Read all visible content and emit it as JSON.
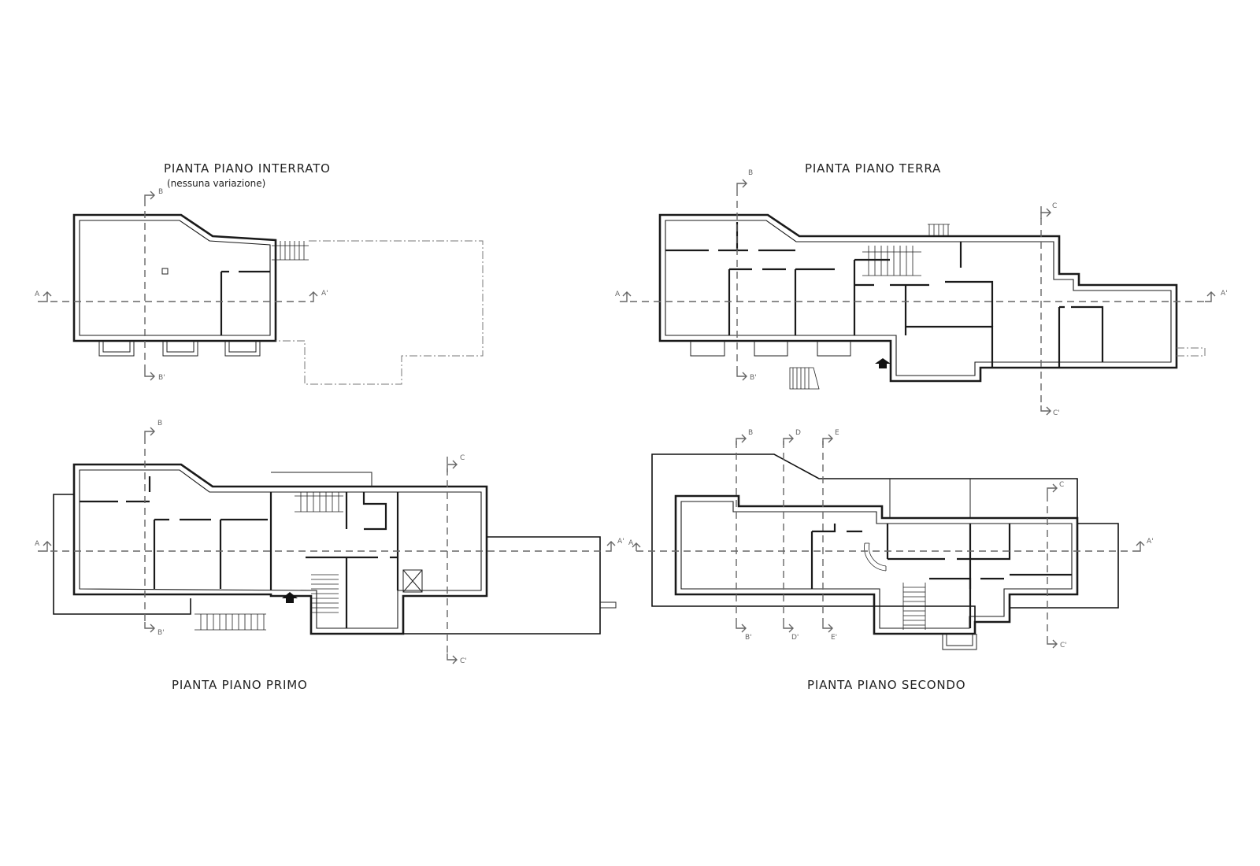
{
  "plans": {
    "basement": {
      "title": "PIANTA PIANO INTERRATO",
      "subtitle": "(nessuna variazione)",
      "section_labels": [
        "A",
        "A'",
        "B",
        "B'"
      ]
    },
    "ground": {
      "title": "PIANTA PIANO TERRA",
      "section_labels": [
        "A",
        "A'",
        "B",
        "B'",
        "C",
        "C'"
      ]
    },
    "first": {
      "title": "PIANTA PIANO PRIMO",
      "section_labels": [
        "A",
        "A'",
        "B",
        "B'",
        "C",
        "C'"
      ]
    },
    "second": {
      "title": "PIANTA PIANO SECONDO",
      "section_labels": [
        "A",
        "A'",
        "B",
        "B'",
        "C",
        "C'",
        "D",
        "D'",
        "E",
        "E'"
      ]
    }
  },
  "icons": {
    "section_marker": "cut-arrow-icon",
    "entrance": "entrance-arrow-icon",
    "stair": "stair-icon"
  },
  "colors": {
    "wall": "#1a1a1a",
    "section_line": "#666666",
    "background": "#ffffff"
  }
}
